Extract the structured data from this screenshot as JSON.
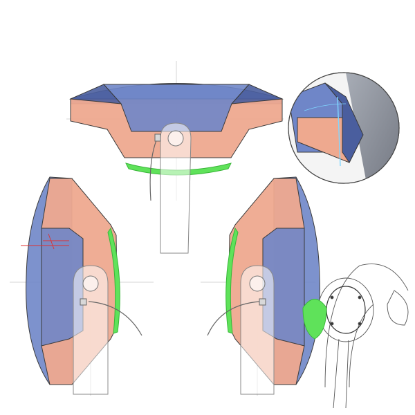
{
  "drawing": {
    "views": [
      "top-view",
      "left-view",
      "right-view",
      "detail-view",
      "helmet-mount"
    ],
    "colors": {
      "blue": "#6f86c8",
      "blue_dark": "#4a5e9e",
      "salmon": "#eea98f",
      "salmon_dark": "#d08c72",
      "green": "#5fe25a",
      "green_dark": "#38b638",
      "outline": "#3a3a3a",
      "ghost": "#ffffff",
      "grey": "#7b7f8a",
      "annotation": "#e03030"
    }
  }
}
